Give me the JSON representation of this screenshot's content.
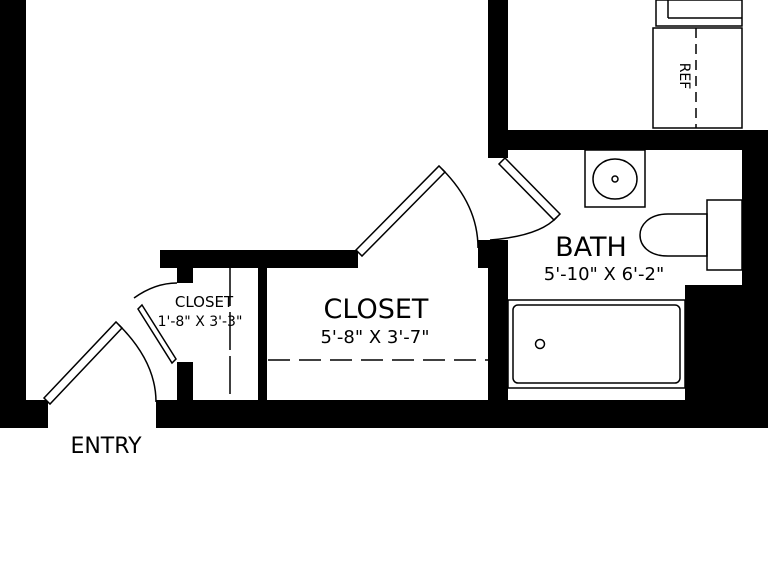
{
  "plan": {
    "colors": {
      "wall": "#000000",
      "background": "#ffffff"
    },
    "labels": {
      "bath": "BATH",
      "bath_dim": "5'-10\" X 6'-2\"",
      "closet_large": "CLOSET",
      "closet_large_dim": "5'-8\" X 3'-7\"",
      "closet_small": "CLOSET",
      "closet_small_dim": "1'-8\" X 3'-3\"",
      "entry": "ENTRY",
      "ref": "REF"
    }
  }
}
